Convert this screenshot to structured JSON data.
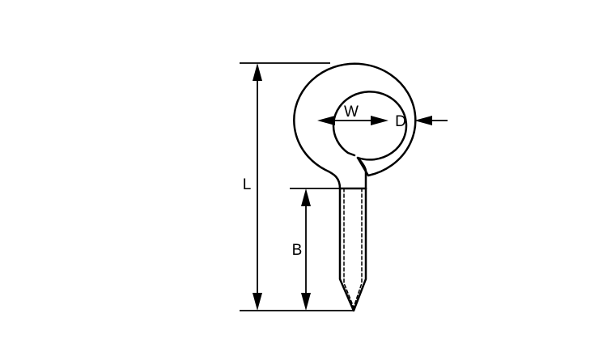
{
  "diagram": {
    "labels": {
      "length": "L",
      "thread_length": "B",
      "eye_width": "W",
      "wire_diameter": "D"
    },
    "colors": {
      "line": "#000000",
      "background": "#ffffff"
    }
  }
}
